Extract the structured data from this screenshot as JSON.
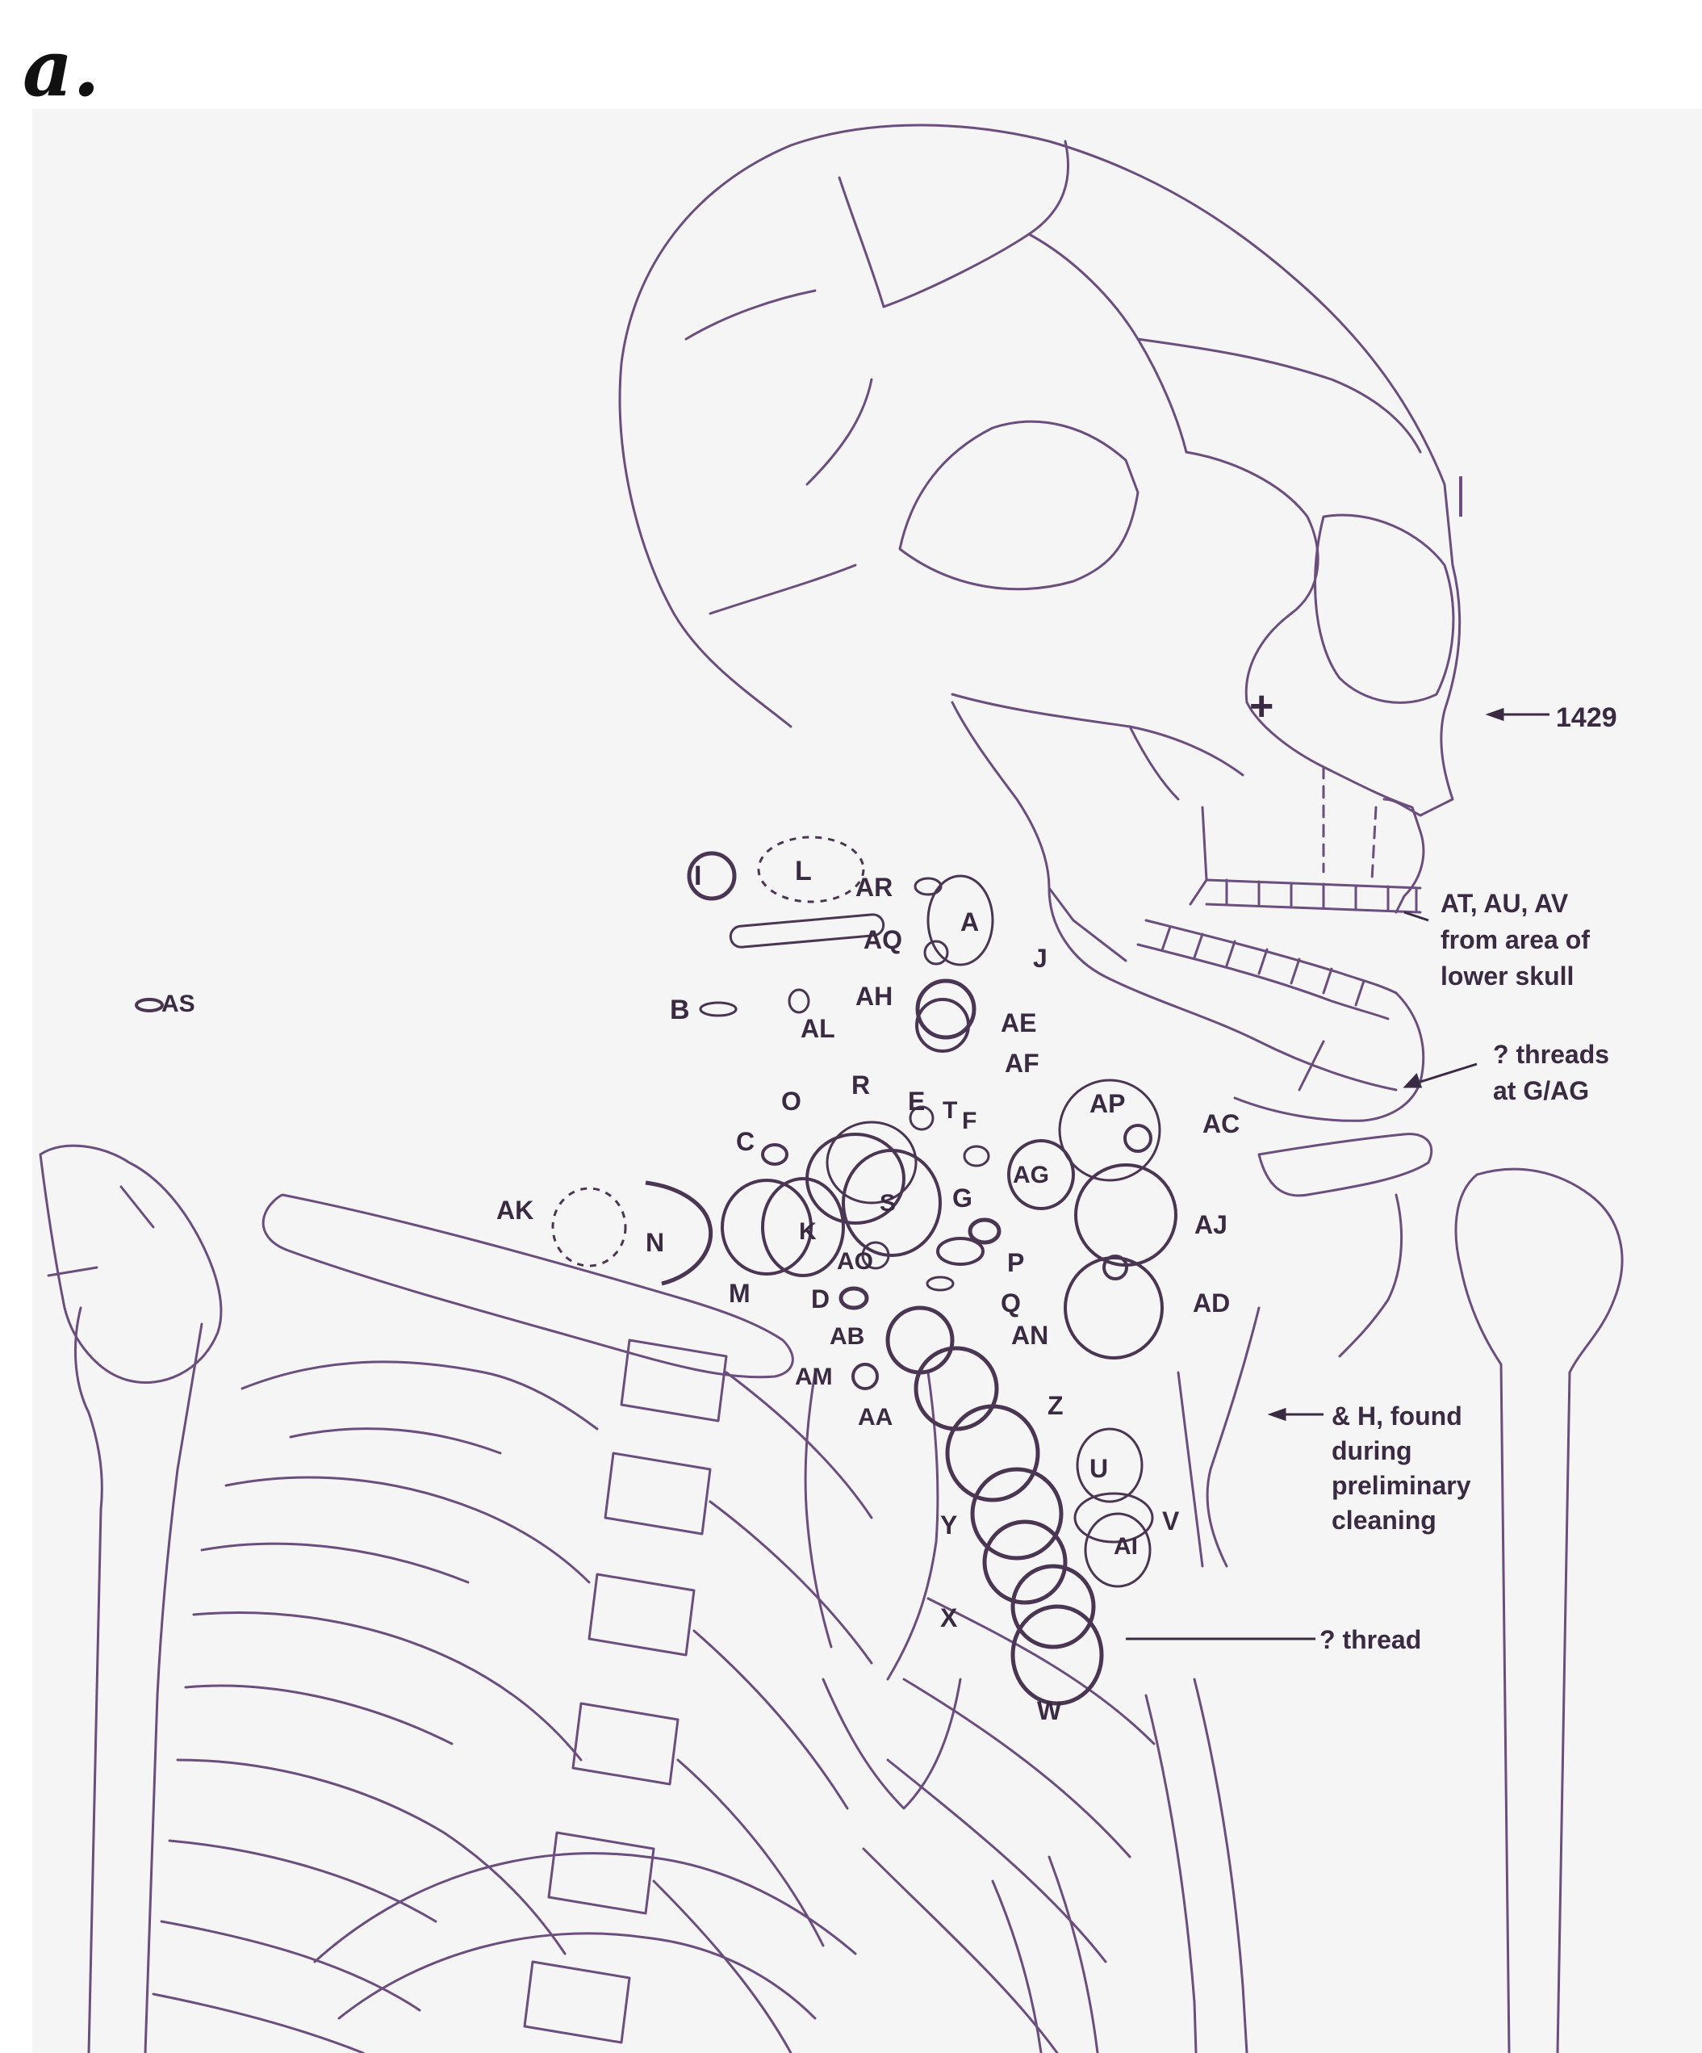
{
  "panel_label": "a.",
  "colors": {
    "background": "#ffffff",
    "panel_background": "#f5f5f6",
    "line": "#6b4d7e",
    "bead_line": "#4a3552",
    "text": "#3a2a42",
    "panel_letter": "#111111"
  },
  "icons": {
    "cross_marker": "plus-cross-glyph",
    "arrow": "left-arrow",
    "bead": "ring-outline"
  },
  "bead_labels": {
    "I": "I",
    "L": "L",
    "AR": "AR",
    "A": "A",
    "AQ": "AQ",
    "J": "J",
    "B": "B",
    "AL": "AL",
    "AH": "AH",
    "AE": "AE",
    "AF": "AF",
    "AS": "AS",
    "O": "O",
    "R": "R",
    "E": "E",
    "T": "T",
    "F": "F",
    "C": "C",
    "AP": "AP",
    "AC": "AC",
    "AG": "AG",
    "AK": "AK",
    "N": "N",
    "K": "K",
    "S": "S",
    "G": "G",
    "AJ": "AJ",
    "AO": "AO",
    "P": "P",
    "M": "M",
    "D": "D",
    "Q": "Q",
    "AD": "AD",
    "AB": "AB",
    "AN": "AN",
    "AM": "AM",
    "AA": "AA",
    "Z": "Z",
    "U": "U",
    "Y": "Y",
    "V": "V",
    "AI": "AI",
    "X": "X",
    "W": "W"
  },
  "annotations": {
    "id_number": "1429",
    "lower_skull": [
      "AT, AU, AV",
      "from area of",
      "lower skull"
    ],
    "threads_g_ag": [
      "? threads",
      "at G/AG"
    ],
    "found_cleaning": [
      "& H, found",
      "during",
      "preliminary",
      "cleaning"
    ],
    "thread": "? thread"
  }
}
